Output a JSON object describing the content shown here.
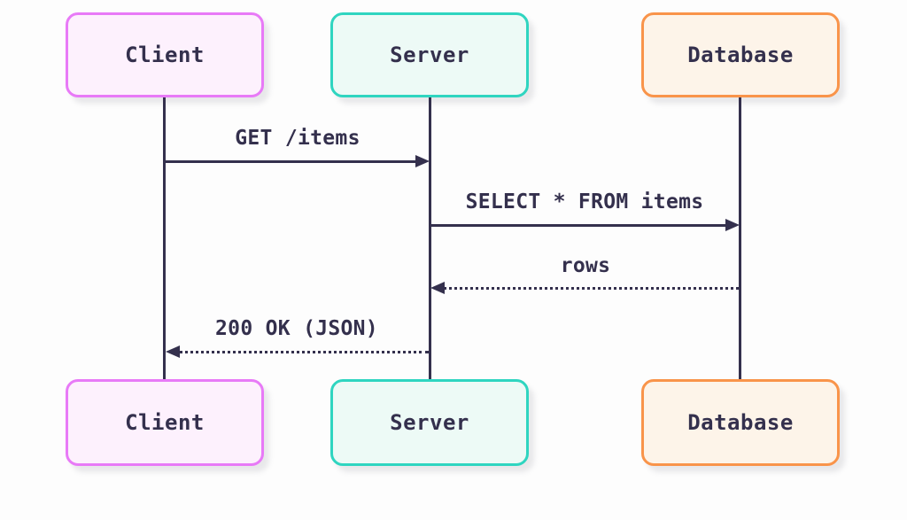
{
  "diagram": {
    "type": "sequence-diagram",
    "colors": {
      "background": "#fdfdfd",
      "line": "#34304d",
      "text": "#34304d"
    },
    "actors": [
      {
        "id": "client",
        "label": "Client",
        "border_color": "#e87af7",
        "fill_color": "#fdf1fd"
      },
      {
        "id": "server",
        "label": "Server",
        "border_color": "#2fd5c0",
        "fill_color": "#edfaf6"
      },
      {
        "id": "database",
        "label": "Database",
        "border_color": "#f9944a",
        "fill_color": "#fdf4e9"
      }
    ],
    "messages": [
      {
        "from": "Client",
        "to": "Server",
        "label": "GET /items",
        "line_style": "solid",
        "direction": "right"
      },
      {
        "from": "Server",
        "to": "Database",
        "label": "SELECT * FROM items",
        "line_style": "solid",
        "direction": "right"
      },
      {
        "from": "Database",
        "to": "Server",
        "label": "rows",
        "line_style": "dotted",
        "direction": "left"
      },
      {
        "from": "Server",
        "to": "Client",
        "label": "200 OK (JSON)",
        "line_style": "dotted",
        "direction": "left"
      }
    ]
  }
}
